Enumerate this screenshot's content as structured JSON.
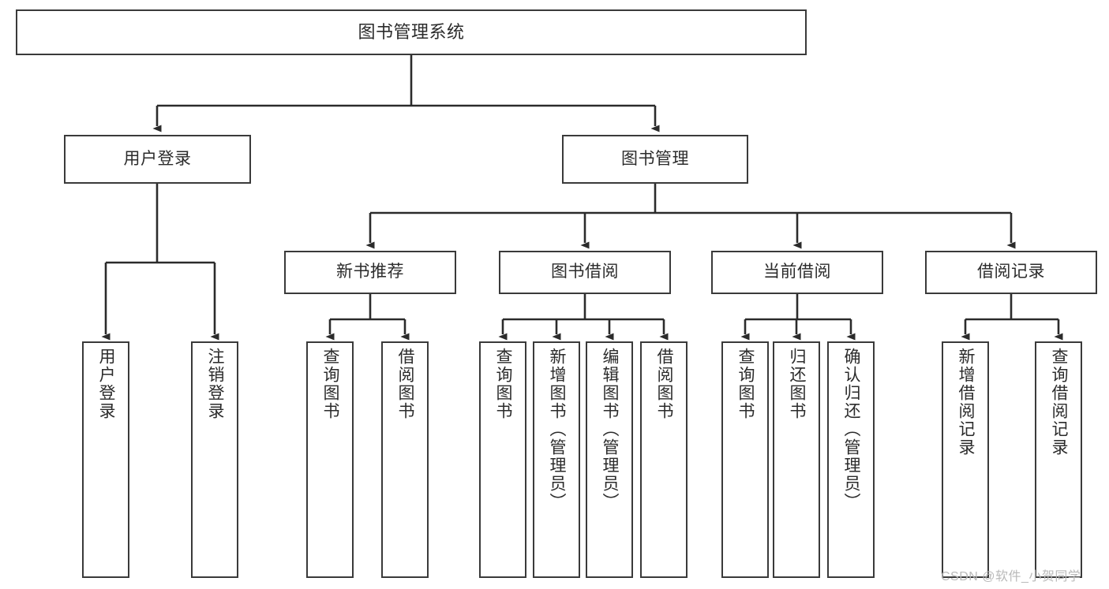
{
  "diagram": {
    "title": "图书管理系统",
    "type": "hierarchy-tree",
    "watermark": "CSDN @软件_小贺同学",
    "colors": {
      "box_border": "#3a3a3a",
      "box_fill": "#ffffff",
      "text": "#2b2b2b",
      "connector": "#2b2b2b",
      "watermark": "#b9b9b9",
      "background": "#ffffff"
    },
    "levels": {
      "root": {
        "label": "图书管理系统"
      },
      "level1": [
        {
          "label": "用户登录"
        },
        {
          "label": "图书管理"
        }
      ],
      "level2": [
        {
          "label": "新书推荐"
        },
        {
          "label": "图书借阅"
        },
        {
          "label": "当前借阅"
        },
        {
          "label": "借阅记录"
        }
      ],
      "leaves": {
        "user_login": [
          {
            "label": "用户登录"
          },
          {
            "label": "注销登录"
          }
        ],
        "new_book_recommend": [
          {
            "label": "查询图书"
          },
          {
            "label": "借阅图书"
          }
        ],
        "book_borrow": [
          {
            "label": "查询图书"
          },
          {
            "label": "新增图书（管理员）"
          },
          {
            "label": "编辑图书（管理员）"
          },
          {
            "label": "借阅图书"
          }
        ],
        "current_borrow": [
          {
            "label": "查询图书"
          },
          {
            "label": "归还图书"
          },
          {
            "label": "确认归还（管理员）"
          }
        ],
        "borrow_record": [
          {
            "label": "新增借阅记录"
          },
          {
            "label": "查询借阅记录"
          }
        ]
      }
    }
  }
}
